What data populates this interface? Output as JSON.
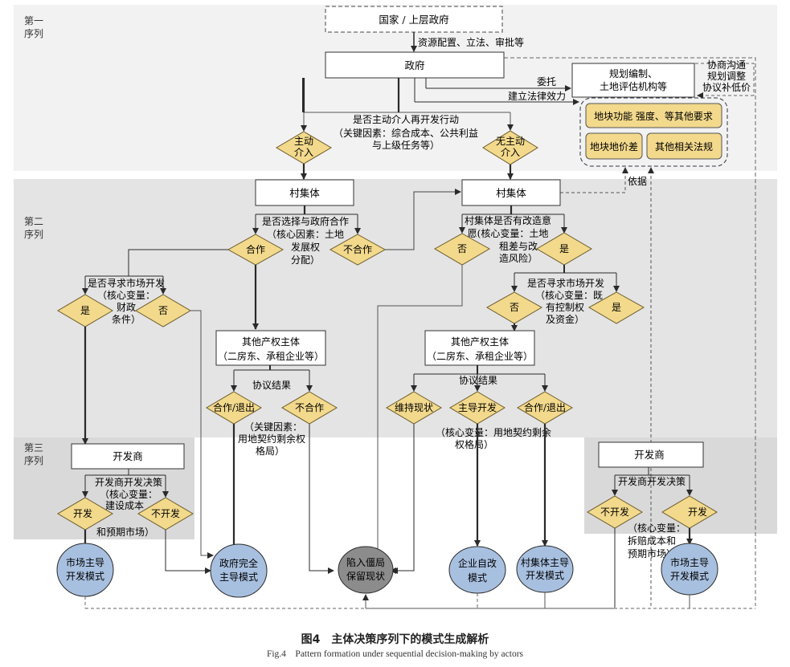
{
  "bands": {
    "seq1": "第一\n序列",
    "seq2": "第二\n序列",
    "seq3": "第三\n序列"
  },
  "nodes": {
    "state": "国家 / 上层政府",
    "state_edge": "资源配置、立法、审批等",
    "gov": "政府",
    "planning": [
      "规划编制、",
      "土地评估机构等"
    ],
    "entrust": "委托",
    "legal": "建立法律效力",
    "negotiate": [
      "协商沟通",
      "规划调整",
      "协议补低价"
    ],
    "req_function": "地块功能 强度、等其他要求",
    "req_price": "地块地价差",
    "req_law": "其他相关法规",
    "basis": "依据",
    "q_intervene": [
      "是否主动介人再开发行动",
      "（关键因素：综合成本、公共利益",
      "与上级任务等）"
    ],
    "d_active": [
      "主动",
      "介入"
    ],
    "d_inactive": [
      "无主动",
      "介入"
    ],
    "village_left": "村集体",
    "village_right": "村集体",
    "q_coop": [
      "是否选择与政府合作",
      "（核心因素：土地",
      "发展权",
      "分配）"
    ],
    "d_coop": "合作",
    "d_nocoop": "不合作",
    "q_market_left": [
      "是否寻求市场开发",
      "（核心变量：",
      "财政",
      "条件）"
    ],
    "d_yes_left": "是",
    "d_no_left": "否",
    "q_will": [
      "村集体是否有改造意",
      "愿(核心变量：土地",
      "租差与改",
      "造风险）"
    ],
    "d_will_no": "否",
    "d_will_yes": "是",
    "q_market_right": [
      "是否寻求市场开发",
      "（核心变量：既",
      "有控制权",
      "及资金）"
    ],
    "d_mr_no": "否",
    "d_mr_yes": "是",
    "other_left": [
      "其他产权主体",
      "（二房东、承租企业等）"
    ],
    "other_right": [
      "其他产权主体",
      "（二房东、承租企业等）"
    ],
    "agree_left": "协议结果",
    "agree_right": "协议结果",
    "d_ol_coop": "合作/退出",
    "d_ol_nocoop": "不合作",
    "ol_note": [
      "（关键因素：",
      "用地契约剩余权",
      "格局）"
    ],
    "d_or_keep": "维持现状",
    "d_or_lead": "主导开发",
    "d_or_coop": "合作/退出",
    "or_note": [
      "（核心变量：用地契约剩余",
      "权格局）"
    ],
    "dev_left": "开发商",
    "dev_right": "开发商",
    "q_dev_left": [
      "开发商开发决策",
      "（核心变量：",
      "建设成本",
      "和预期市场）"
    ],
    "d_dl_dev": "开发",
    "d_dl_nodev": "不开发",
    "q_dev_right": "开发商开发决策",
    "dr_note": [
      "（核心变量：",
      "拆赔成本和",
      "预期市场）"
    ],
    "d_dr_nodev": "不开发",
    "d_dr_dev": "开发"
  },
  "outcomes": {
    "market_left": [
      "市场主导",
      "开发模式"
    ],
    "gov_lead": [
      "政府完全",
      "主导模式"
    ],
    "deadlock": [
      "陷入僵局",
      "保留现状"
    ],
    "enterprise": [
      "企业自改",
      "模式"
    ],
    "village_lead": [
      "村集体主导",
      "开发模式"
    ],
    "market_right": [
      "市场主导",
      "开发模式"
    ]
  },
  "colors": {
    "band1": "#f2f2f2",
    "band2": "#e4e4e4",
    "band3": "#d9d9d9",
    "diamond": "#f2d98c",
    "diamond_stroke": "#6b5a2a",
    "outcome_blue": "#a8c0e0",
    "outcome_gray": "#8c8c8c",
    "line": "#2a2a2a"
  },
  "caption": {
    "cn": "图4　主体决策序列下的模式生成解析",
    "en": "Fig.4　Pattern formation under sequential decision-making by actors"
  }
}
